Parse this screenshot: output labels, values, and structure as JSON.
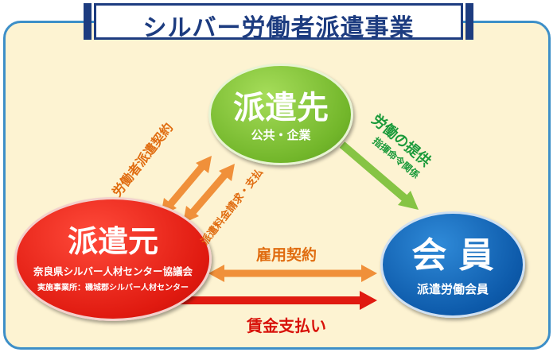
{
  "title": "シルバー労働者派遣事業",
  "nodes": {
    "client": {
      "name": "派遣先",
      "sub": "公共・企業"
    },
    "dispatcher": {
      "name": "派遣元",
      "sub1": "奈良県シルバー人材センター協議会",
      "sub2": "実施事業所：磯城郡シルバー人材センター"
    },
    "member": {
      "name": "会 員",
      "sub": "派遣労働会員"
    }
  },
  "relations": {
    "dispatch_contract": "労働者派遣契約",
    "fee_billing": "派遣料金請求・支払",
    "labor_provision": "労働の提供",
    "direction": "指揮命令関係",
    "employment_contract": "雇用契約",
    "wage_payment": "賃金支払い"
  },
  "colors": {
    "title_navy": "#1d3c80",
    "panel_bg": "#fdf3d2",
    "panel_border": "#3d8fc8",
    "orange_arrow": "#f0903a",
    "orange_text": "#e06c10",
    "green_arrow": "#86c444",
    "green_text": "#1a9a3a",
    "red_arrow": "#e01a10",
    "red_text": "#d8120a"
  }
}
